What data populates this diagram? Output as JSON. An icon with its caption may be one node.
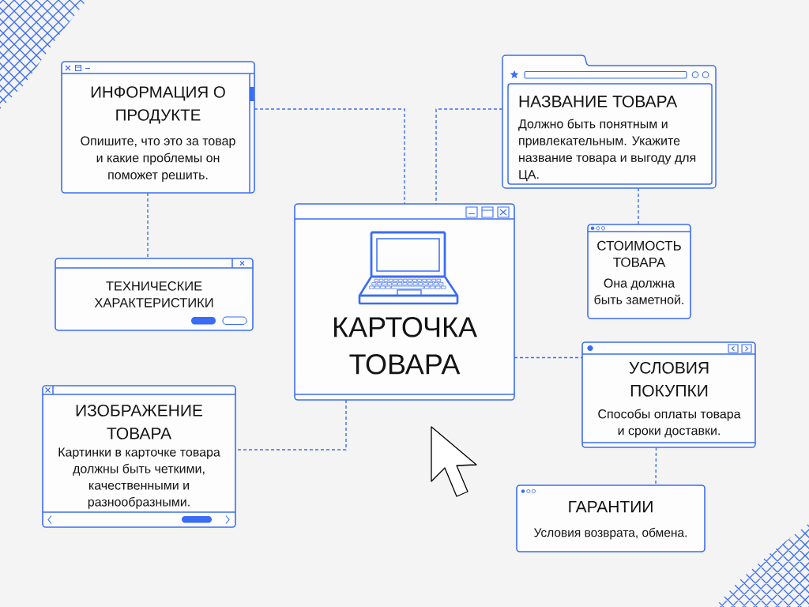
{
  "diagram": {
    "nodes": [
      {
        "text": [
          "ИНФОРМАЦИЯ О ПРОДУКТЕ",
          "Опишите, что это за товар и какие проблемы он поможет решить."
        ]
      },
      {
        "text": [
          "НАЗВАНИЕ ТОВАРА",
          "Должно быть понятным и привлекательным. Укажите название товара и выгоду для ЦА."
        ]
      },
      {
        "text": [
          "ТЕХНИЧЕСКИЕ ХАРАКТЕРИСТИКИ"
        ]
      },
      {
        "text": [
          "КАРТОЧКА ТОВАРА"
        ]
      },
      {
        "text": [
          "СТОИМОСТЬ ТОВАРА",
          "Она должна быть заметной."
        ]
      },
      {
        "text": [
          "УСЛОВИЯ ПОКУПКИ",
          "Способы оплаты товара и сроки доставки."
        ]
      },
      {
        "text": [
          "ИЗОБРАЖЕНИЕ ТОВАРА",
          "Картинки в карточке товара должны быть четкими, качественными и разнообразными."
        ]
      },
      {
        "text": [
          "ГАРАНТИИ",
          "Условия возврата, обмена."
        ]
      }
    ],
    "edges": [
      {
        "from": 0,
        "to": 3,
        "arrow": "none",
        "style": "dashed"
      },
      {
        "from": 1,
        "to": 3,
        "arrow": "none",
        "style": "dashed"
      },
      {
        "from": 0,
        "to": 2,
        "arrow": "none",
        "style": "dashed"
      },
      {
        "from": 1,
        "to": 4,
        "arrow": "none",
        "style": "dashed"
      },
      {
        "from": 3,
        "to": 5,
        "arrow": "none",
        "style": "dashed"
      },
      {
        "from": 3,
        "to": 6,
        "arrow": "none",
        "style": "dashed"
      },
      {
        "from": 5,
        "to": 7,
        "arrow": "none",
        "style": "dashed"
      }
    ]
  }
}
